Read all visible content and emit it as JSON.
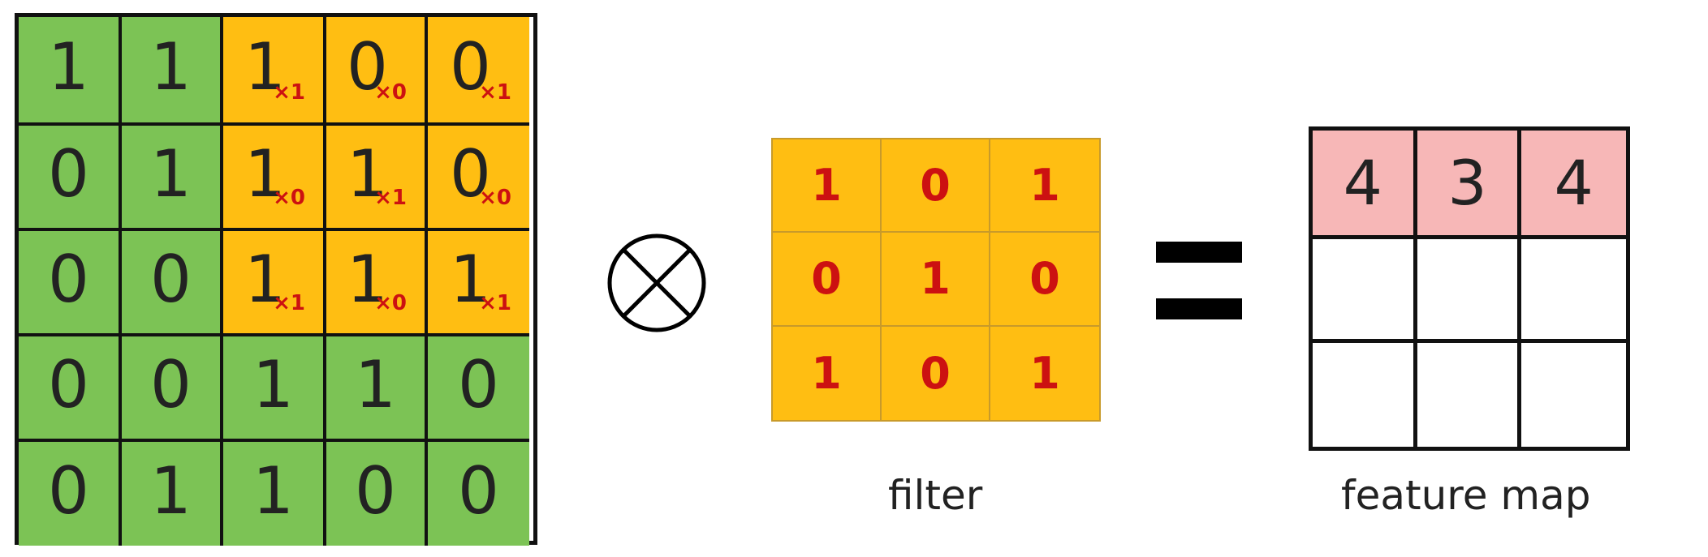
{
  "input": {
    "cells": [
      [
        {
          "v": "1",
          "sub": "",
          "hl": false
        },
        {
          "v": "1",
          "sub": "",
          "hl": false
        },
        {
          "v": "1",
          "sub": "×1",
          "hl": true
        },
        {
          "v": "0",
          "sub": "×0",
          "hl": true
        },
        {
          "v": "0",
          "sub": "×1",
          "hl": true
        }
      ],
      [
        {
          "v": "0",
          "sub": "",
          "hl": false
        },
        {
          "v": "1",
          "sub": "",
          "hl": false
        },
        {
          "v": "1",
          "sub": "×0",
          "hl": true
        },
        {
          "v": "1",
          "sub": "×1",
          "hl": true
        },
        {
          "v": "0",
          "sub": "×0",
          "hl": true
        }
      ],
      [
        {
          "v": "0",
          "sub": "",
          "hl": false
        },
        {
          "v": "0",
          "sub": "",
          "hl": false
        },
        {
          "v": "1",
          "sub": "×1",
          "hl": true
        },
        {
          "v": "1",
          "sub": "×0",
          "hl": true
        },
        {
          "v": "1",
          "sub": "×1",
          "hl": true
        }
      ],
      [
        {
          "v": "0",
          "sub": "",
          "hl": false
        },
        {
          "v": "0",
          "sub": "",
          "hl": false
        },
        {
          "v": "1",
          "sub": "",
          "hl": false
        },
        {
          "v": "1",
          "sub": "",
          "hl": false
        },
        {
          "v": "0",
          "sub": "",
          "hl": false
        }
      ],
      [
        {
          "v": "0",
          "sub": "",
          "hl": false
        },
        {
          "v": "1",
          "sub": "",
          "hl": false
        },
        {
          "v": "1",
          "sub": "",
          "hl": false
        },
        {
          "v": "0",
          "sub": "",
          "hl": false
        },
        {
          "v": "0",
          "sub": "",
          "hl": false
        }
      ]
    ]
  },
  "filter": {
    "label": "filter",
    "cells": [
      [
        "1",
        "0",
        "1"
      ],
      [
        "0",
        "1",
        "0"
      ],
      [
        "1",
        "0",
        "1"
      ]
    ]
  },
  "feature_map": {
    "label": "feature map",
    "cells": [
      [
        "4",
        "3",
        "4"
      ],
      [
        "",
        "",
        ""
      ],
      [
        "",
        "",
        ""
      ]
    ]
  },
  "colors": {
    "input_green": "#7cc355",
    "highlight_orange": "#ffbe12",
    "filter_text_red": "#cc1111",
    "feature_pink": "#f7b7b7"
  }
}
